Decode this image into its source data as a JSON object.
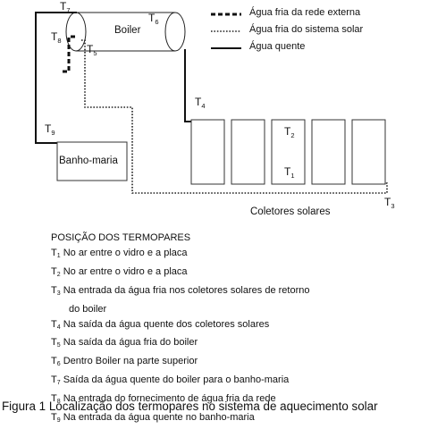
{
  "diagram": {
    "boiler_label": "Boiler",
    "banho_maria_label": "Banho-maria",
    "coletores_label": "Coletores solares",
    "legend": [
      {
        "style": "dashed",
        "label": "Água fria da rede externa"
      },
      {
        "style": "dotted",
        "label": "Água fria do sistema solar"
      },
      {
        "style": "solid",
        "label": "Água quente"
      }
    ],
    "thermometers": [
      {
        "base": "T",
        "sub": "1"
      },
      {
        "base": "T",
        "sub": "2"
      },
      {
        "base": "T",
        "sub": "3"
      },
      {
        "base": "T",
        "sub": "4"
      },
      {
        "base": "T",
        "sub": "5"
      },
      {
        "base": "T",
        "sub": "6"
      },
      {
        "base": "T",
        "sub": "7"
      },
      {
        "base": "T",
        "sub": "8"
      },
      {
        "base": "T",
        "sub": "9"
      }
    ]
  },
  "positions": {
    "title": "POSIÇÃO DOS TERMOPARES",
    "items": [
      {
        "base": "T",
        "sub": "1",
        "text": " No ar entre o vidro e a placa"
      },
      {
        "base": "T",
        "sub": "2",
        "text": " No ar entre o vidro e a placa"
      },
      {
        "base": "T",
        "sub": "3",
        "text": " Na entrada da água fria nos coletores solares de retorno",
        "cont": "do boiler"
      },
      {
        "base": "T",
        "sub": "4",
        "text": " Na saída da água quente dos coletores solares"
      },
      {
        "base": "T",
        "sub": "5",
        "text": " Na saída da água fria do boiler"
      },
      {
        "base": "T",
        "sub": "6",
        "text": " Dentro Boiler na parte superior"
      },
      {
        "base": "T",
        "sub": "7",
        "text": " Saída da água quente do boiler para o banho-maria"
      },
      {
        "base": "T",
        "sub": "8",
        "text": " Na entrada do fornecimento de água fria da rede"
      },
      {
        "base": "T",
        "sub": "9",
        "text": " Na entrada da água quente no banho-maria"
      }
    ]
  },
  "caption": "Figura 1 Localização dos termopares no sistema de aquecimento solar"
}
